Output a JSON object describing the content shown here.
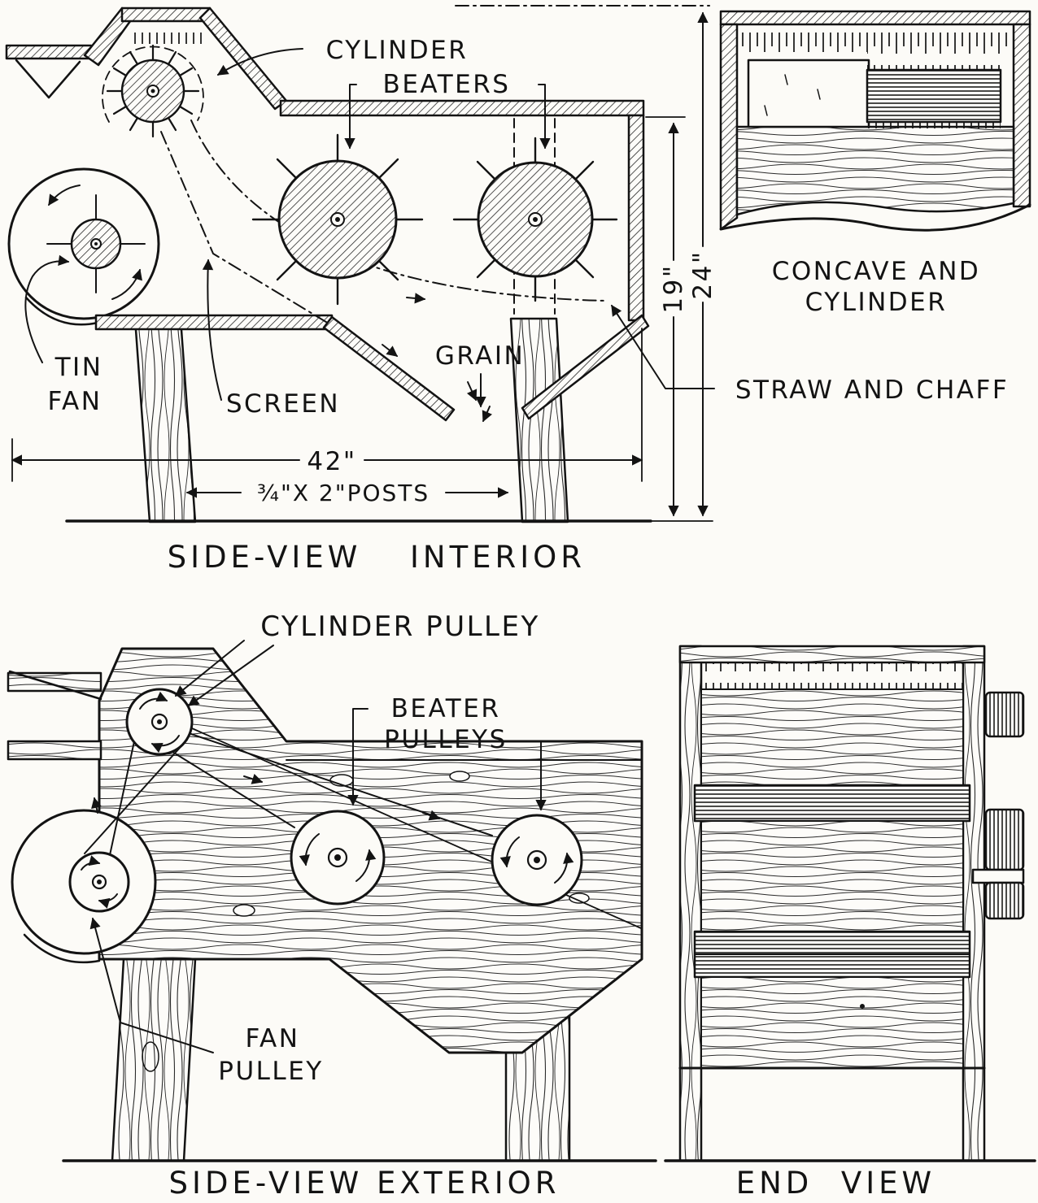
{
  "figure": {
    "title": "Homemade thresher construction plans",
    "ink_color": "#131313",
    "paper_color": "#fcfbf7"
  },
  "interior": {
    "labels": {
      "cylinder": "CYLINDER",
      "beaters": "BEATERS",
      "grain": "GRAIN",
      "tin": "TIN",
      "fan": "FAN",
      "screen": "SCREEN",
      "straw_and_chaff": "STRAW AND CHAFF"
    },
    "dimensions": {
      "width": "42\"",
      "height_inner": "19\"",
      "height_outer": "24\"",
      "posts": "¾\"X 2\"POSTS"
    },
    "caption": {
      "part1": "SIDE-VIEW",
      "part2": "INTERIOR"
    }
  },
  "detail": {
    "caption_line1": "CONCAVE AND",
    "caption_line2": "CYLINDER"
  },
  "exterior": {
    "labels": {
      "cylinder_pulley": "CYLINDER PULLEY",
      "beater_line1": "BEATER",
      "beater_line2": "PULLEYS",
      "fan_line1": "FAN",
      "fan_line2": "PULLEY"
    },
    "caption": "SIDE-VIEW EXTERIOR"
  },
  "end_view": {
    "caption": {
      "part1": "END",
      "part2": "VIEW"
    }
  }
}
